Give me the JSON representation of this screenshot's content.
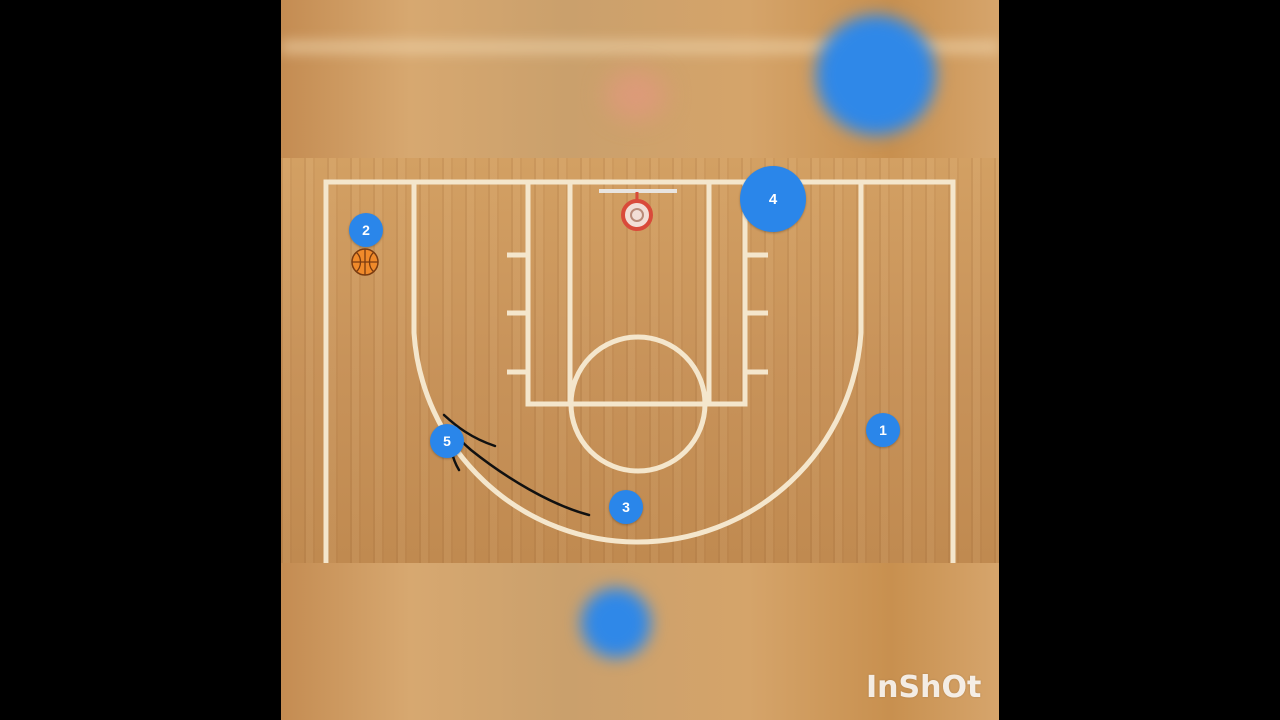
{
  "players": {
    "p1": "1",
    "p2": "2",
    "p3": "3",
    "p4": "4",
    "p5": "5"
  },
  "watermark": "InShOt",
  "colors": {
    "player_fill": "#2a86ea",
    "court_line": "#f4e6cc",
    "wood": "#c99459",
    "letterbox": "#000000"
  },
  "icons": {
    "ball": "basketball-icon",
    "hoop": "hoop-icon"
  }
}
